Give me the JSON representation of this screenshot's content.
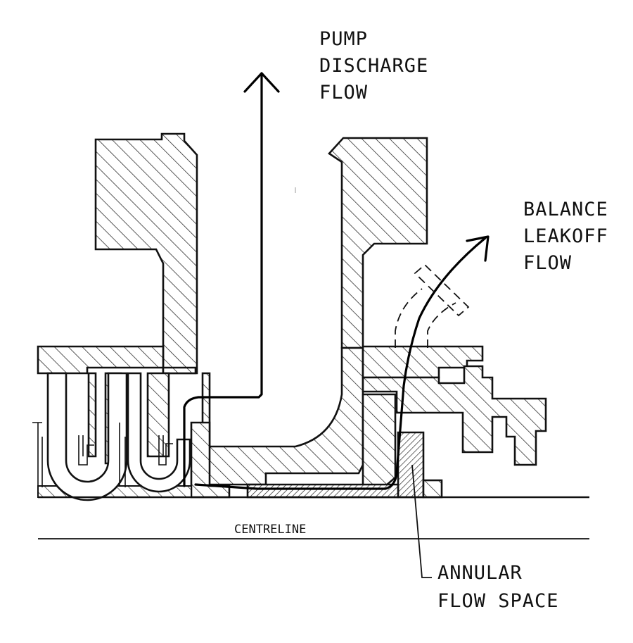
{
  "labels": {
    "pump_discharge": [
      "PUMP",
      "DISCHARGE",
      "FLOW"
    ],
    "balance_leakoff": [
      "BALANCE",
      "LEAKOFF",
      "FLOW"
    ],
    "annular": [
      "ANNULAR",
      "FLOW SPACE"
    ],
    "centreline": "CENTRELINE"
  }
}
